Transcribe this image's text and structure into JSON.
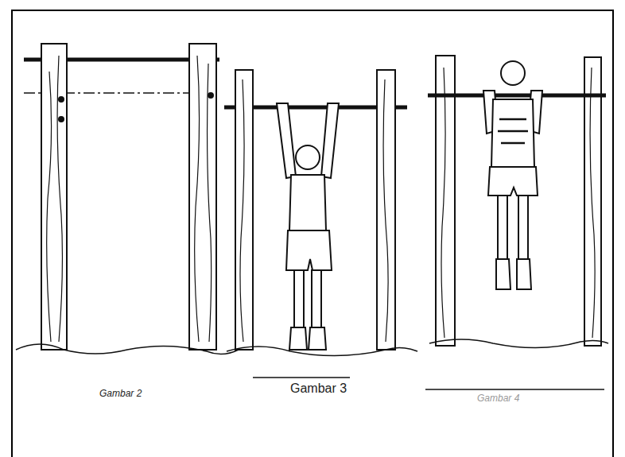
{
  "diagram": {
    "labels": [
      "Gambar 2",
      "Gambar 3",
      "Gambar 4"
    ]
  }
}
